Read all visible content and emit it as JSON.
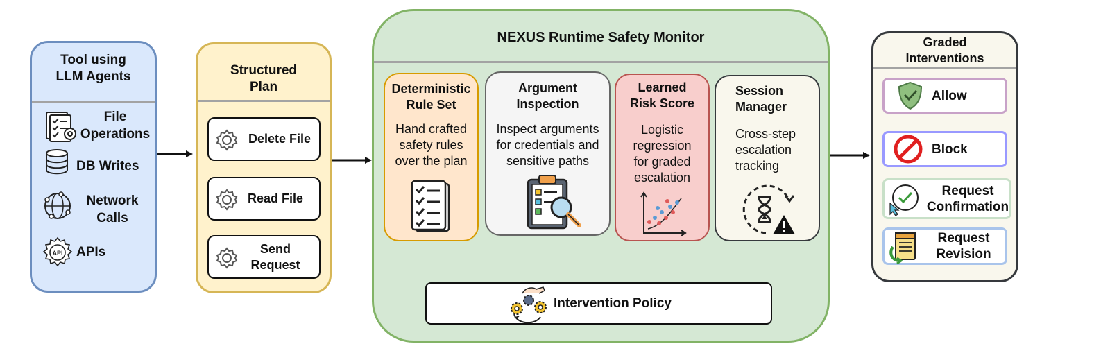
{
  "agents": {
    "title_line1": "Tool using",
    "title_line2": "LLM Agents",
    "items": [
      {
        "line1": "File",
        "line2": "Operations",
        "icon": "file-operations-icon"
      },
      {
        "line1": "DB Writes",
        "line2": "",
        "icon": "database-icon"
      },
      {
        "line1": "Network",
        "line2": "Calls",
        "icon": "network-icon"
      },
      {
        "line1": "APIs",
        "line2": "",
        "icon": "api-icon"
      }
    ]
  },
  "plan": {
    "title_line1": "Structured",
    "title_line2": "Plan",
    "steps": [
      {
        "line1": "Delete File",
        "line2": ""
      },
      {
        "line1": "Read File",
        "line2": ""
      },
      {
        "line1": "Send",
        "line2": "Request"
      }
    ]
  },
  "monitor": {
    "title": "NEXUS Runtime Safety Monitor",
    "components": [
      {
        "title1": "Deterministic",
        "title2": "Rule Set",
        "d1": "Hand crafted",
        "d2": "safety rules",
        "d3": "over the plan",
        "d4": "",
        "icon": "checklist-icon"
      },
      {
        "title1": "Argument",
        "title2": "Inspection",
        "d1": "Inspect arguments",
        "d2": "for credentials and",
        "d3": "sensitive paths",
        "d4": "",
        "icon": "clipboard-magnifier-icon"
      },
      {
        "title1": "Learned",
        "title2": "Risk Score",
        "d1": "Logistic",
        "d2": "regression",
        "d3": "for graded",
        "d4": "escalation",
        "icon": "scatter-plot-icon"
      },
      {
        "title1": "Session",
        "title2": "Manager",
        "d1": "Cross-step",
        "d2": "escalation",
        "d3": "tracking",
        "d4": "",
        "icon": "hourglass-warning-icon"
      }
    ],
    "policy": "Intervention Policy"
  },
  "interventions": {
    "title_line1": "Graded",
    "title_line2": "Interventions",
    "items": [
      {
        "line1": "Allow",
        "line2": "",
        "icon": "shield-check-icon"
      },
      {
        "line1": "Block",
        "line2": "",
        "icon": "block-icon"
      },
      {
        "line1": "Request",
        "line2": "Confirmation",
        "icon": "check-circle-cursor-icon"
      },
      {
        "line1": "Request",
        "line2": "Revision",
        "icon": "document-revision-icon"
      }
    ]
  },
  "colors": {
    "agents_fill": "#dae8fc",
    "agents_border": "#6c8ebf",
    "plan_fill": "#fff2cc",
    "plan_border": "#d6b656",
    "monitor_fill": "#d5e8d4",
    "monitor_border": "#82b366",
    "rule_fill": "#ffe6cc",
    "rule_border": "#d79b00",
    "arg_fill": "#f5f5f5",
    "arg_border": "#666666",
    "risk_fill": "#f8cecc",
    "risk_border": "#b85450",
    "session_fill": "#f9f7ed",
    "session_border": "#36393d",
    "graded_fill": "#f9f7ed",
    "graded_border": "#36393d",
    "allow_border": "#c8a2c8",
    "block_border": "#9999ff",
    "confirm_border": "#c8e0c8",
    "revision_border": "#a9c4eb"
  }
}
